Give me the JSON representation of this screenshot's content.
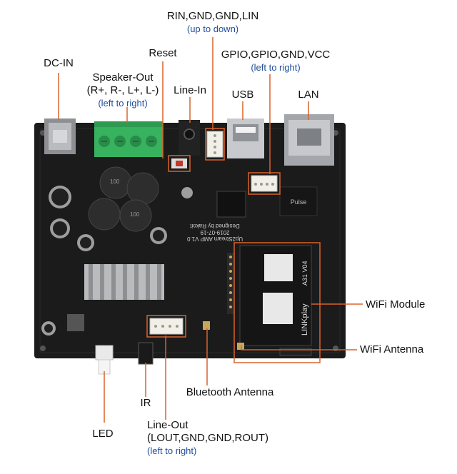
{
  "labels": {
    "rin_header": "RIN,GND,GND,LIN",
    "rin_order": "(up to down)",
    "reset": "Reset",
    "gpio_header": "GPIO,GPIO,GND,VCC",
    "gpio_order": "(left to right)",
    "dc_in": "DC-IN",
    "speaker_out": "Speaker-Out",
    "speaker_pins": "(R+, R-, L+, L-)",
    "speaker_order": "(left to right)",
    "line_in": "Line-In",
    "usb": "USB",
    "lan": "LAN",
    "wifi_module": "WiFi Module",
    "wifi_antenna": "WiFi Antenna",
    "bluetooth_antenna": "Bluetooth Antenna",
    "ir": "IR",
    "led": "LED",
    "line_out": "Line-Out",
    "line_out_pins": "(LOUT,GND,GND,ROUT)",
    "line_out_order": "(left to right)"
  },
  "board_text": {
    "module_brand": "LINKplay",
    "module_model": "A31 V04",
    "board_name": "Up2Stream AMP V1.0",
    "board_date": "2019-07-19",
    "designed_by": "Designed by Rakoit",
    "pulse": "Pulse",
    "inductor_value": "100"
  },
  "colors": {
    "callout": "#d9632a",
    "order_text": "#1f4e9a",
    "board": "#1b1b1b",
    "terminal": "#37b25f"
  }
}
